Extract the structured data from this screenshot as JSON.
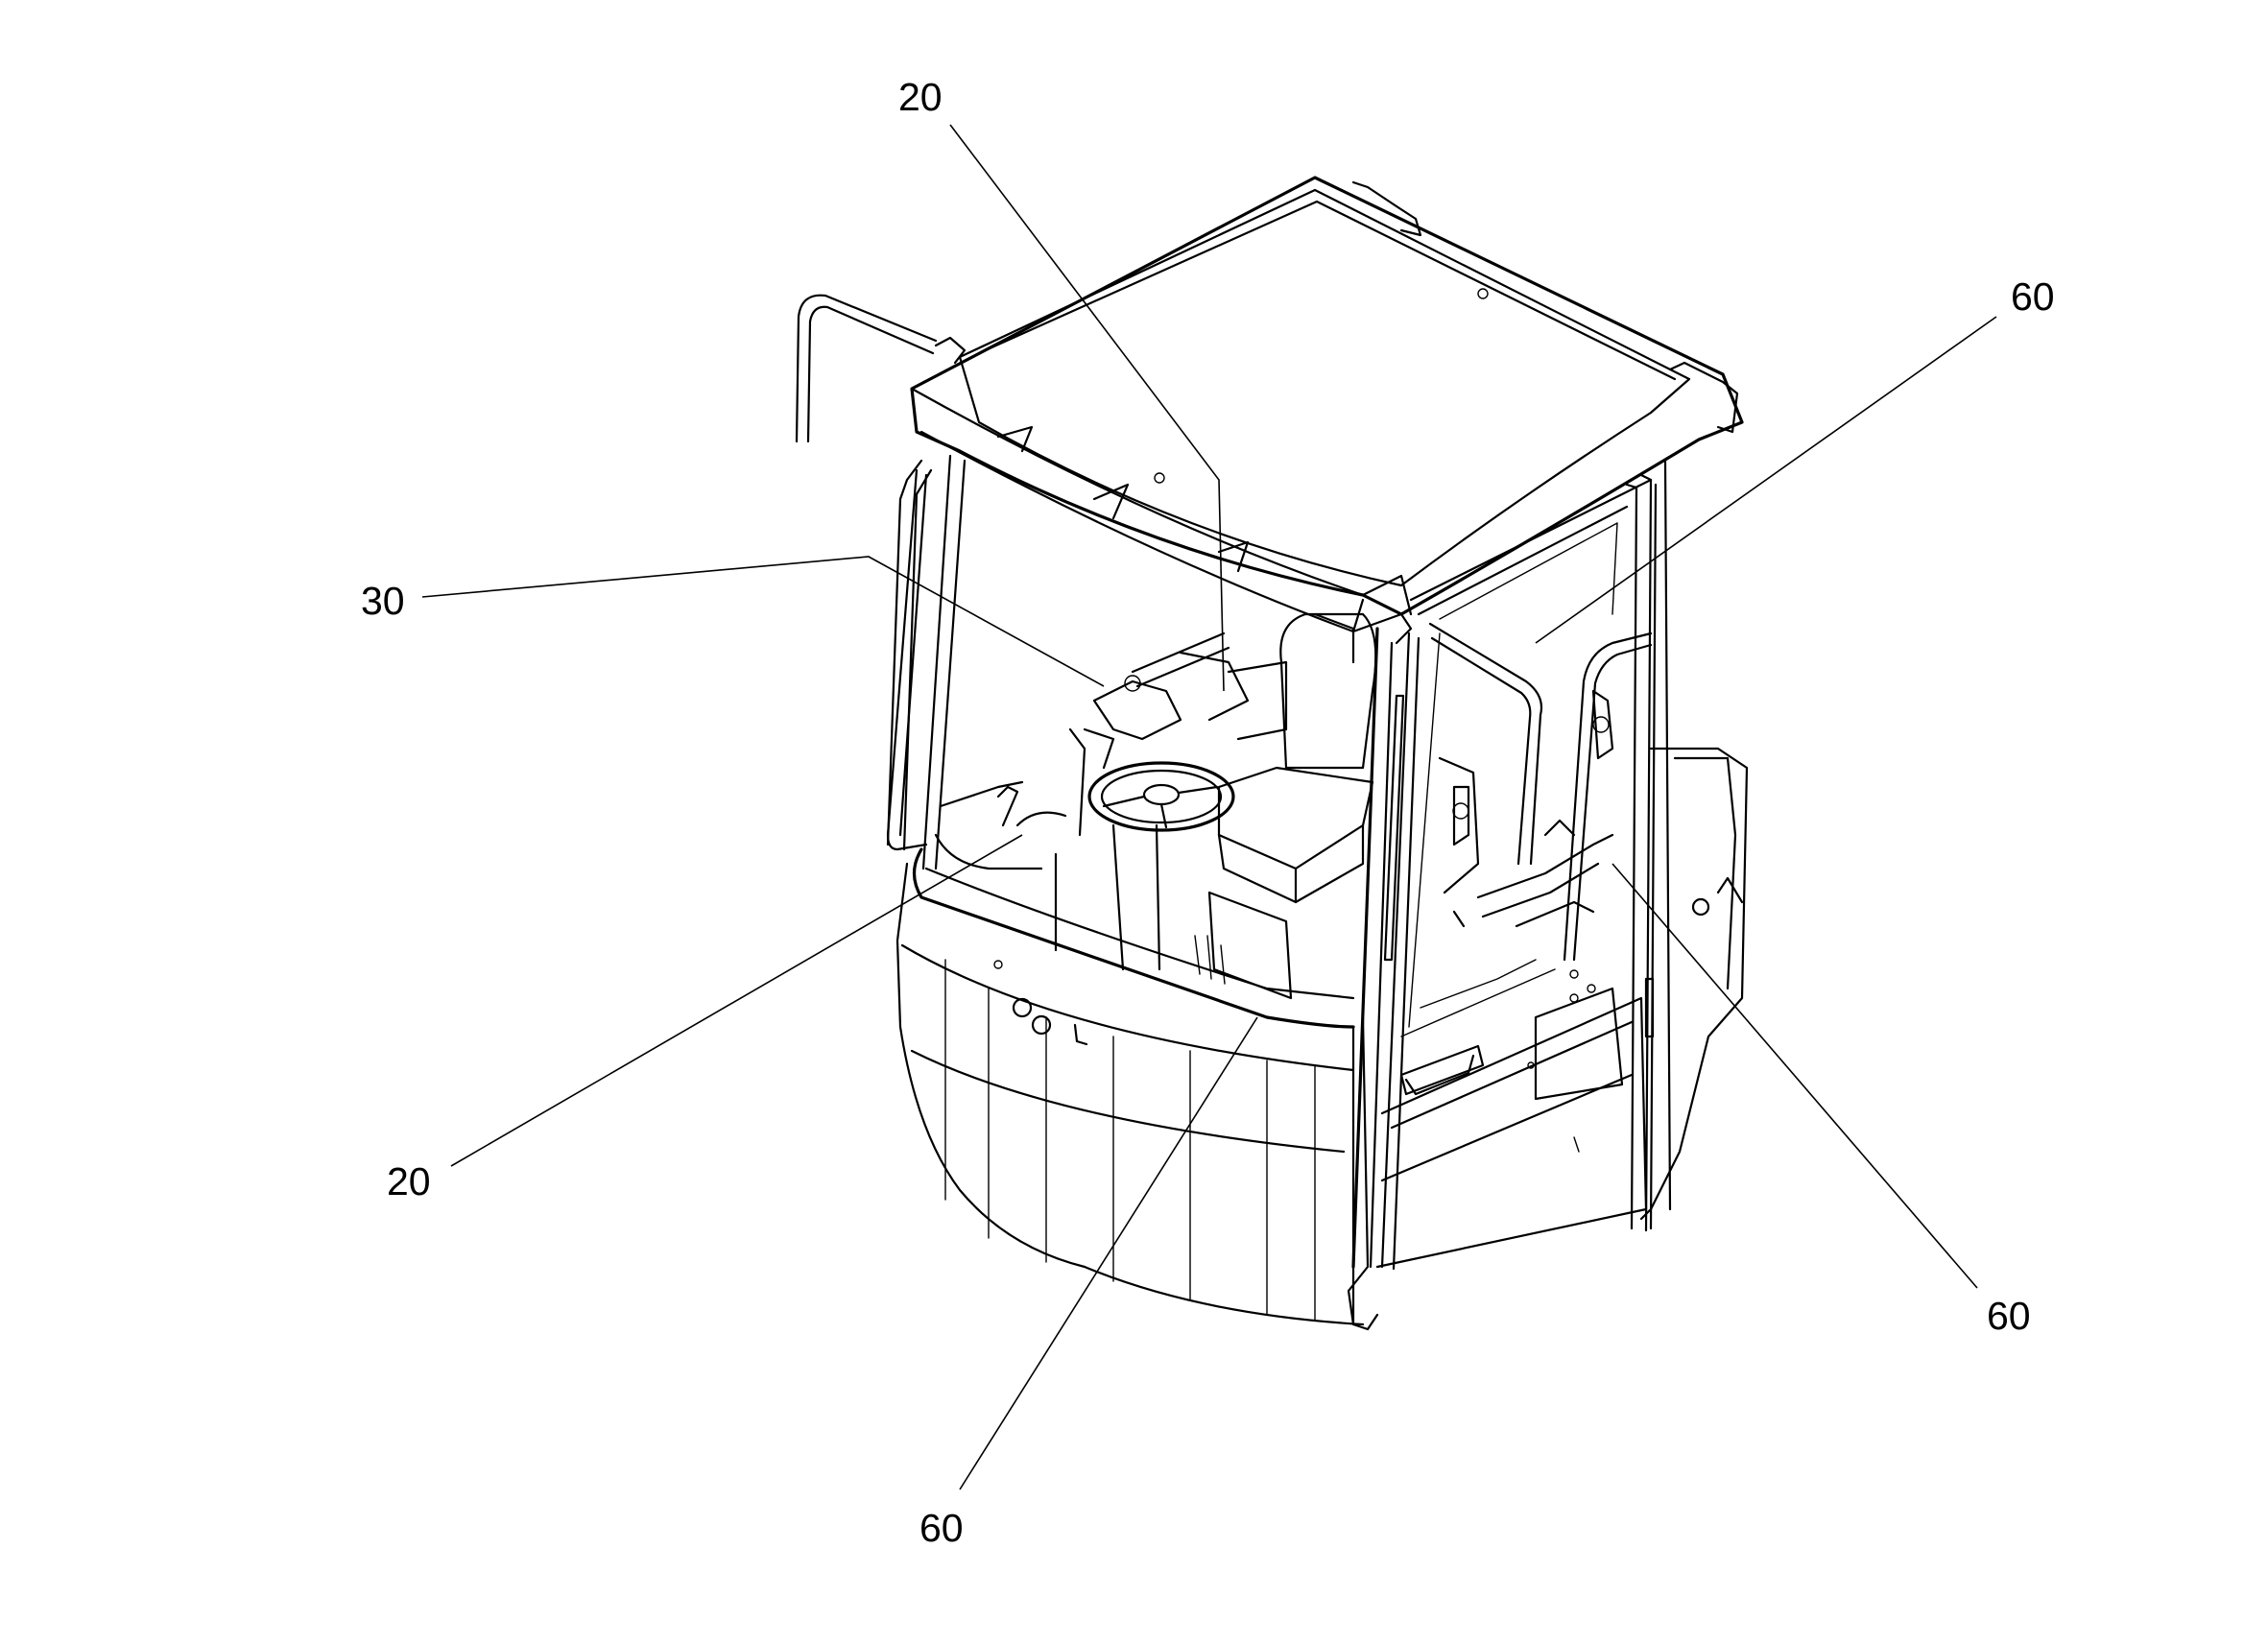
{
  "figure": {
    "reference_numerals": [
      {
        "id": "top",
        "text": "20"
      },
      {
        "id": "right-upper",
        "text": "60"
      },
      {
        "id": "left",
        "text": "30"
      },
      {
        "id": "left-lower",
        "text": "20"
      },
      {
        "id": "right-lower",
        "text": "60"
      },
      {
        "id": "bottom",
        "text": "60"
      }
    ]
  }
}
